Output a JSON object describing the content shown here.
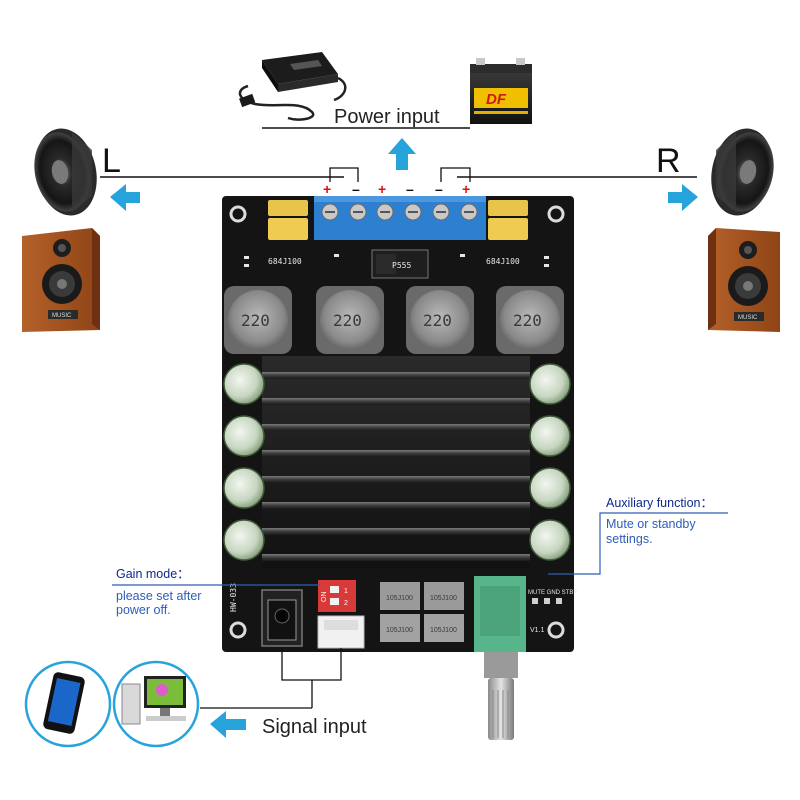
{
  "labels": {
    "left_channel": "L",
    "right_channel": "R",
    "power_input": "Power input",
    "signal_input": "Signal input",
    "gain_title": "Gain mode：",
    "gain_desc_1": "please set after",
    "gain_desc_2": "power off.",
    "aux_title": "Auxiliary function：",
    "aux_desc_1": "Mute or standby",
    "aux_desc_2": "settings."
  },
  "terminal_signs": [
    "+",
    "–",
    "+",
    "–",
    "–",
    "+"
  ],
  "board": {
    "model": "HW-033",
    "inductor_codes": [
      "220",
      "220",
      "220",
      "220"
    ],
    "capacitor_codes": [
      "684J100",
      "684J100"
    ],
    "control_header": "MUTE GND STBY",
    "version": "V1.1",
    "chip_label": "P555",
    "switch_label": "ON",
    "switch_numbers": [
      "1",
      "2"
    ],
    "film_cap_code": "105J100",
    "speaker_logo_text": [
      "MUSIC",
      "MUSIC"
    ],
    "battery_logo": "DF"
  },
  "colors": {
    "arrow_blue": "#27a3dc",
    "pcb": "#141414",
    "terminal_blue": "#2d7fd0",
    "label_navy": "#0e2a8a",
    "label_blue": "#2f5db5",
    "polarity_red": "#e01010"
  }
}
